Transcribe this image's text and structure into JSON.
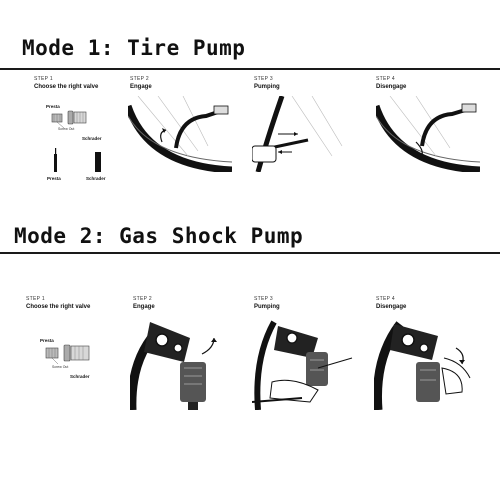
{
  "mode1": {
    "title": "Mode 1: Tire Pump",
    "steps": [
      {
        "num": "STEP 1",
        "title": "Choose the right valve"
      },
      {
        "num": "STEP 2",
        "title": "Engage"
      },
      {
        "num": "STEP 3",
        "title": "Pumping"
      },
      {
        "num": "STEP 4",
        "title": "Disengage"
      }
    ],
    "valve_labels": {
      "presta": "Presta",
      "screw_out": "Screw Out",
      "schrader": "Schrader"
    }
  },
  "mode2": {
    "title": "Mode 2: Gas Shock Pump",
    "steps": [
      {
        "num": "STEP 1",
        "title": "Choose the right valve"
      },
      {
        "num": "STEP 2",
        "title": "Engage"
      },
      {
        "num": "STEP 3",
        "title": "Pumping"
      },
      {
        "num": "STEP 4",
        "title": "Disengage"
      }
    ],
    "valve_labels": {
      "presta": "Presta",
      "screw_out": "Screw Out",
      "schrader": "Schrader"
    }
  }
}
